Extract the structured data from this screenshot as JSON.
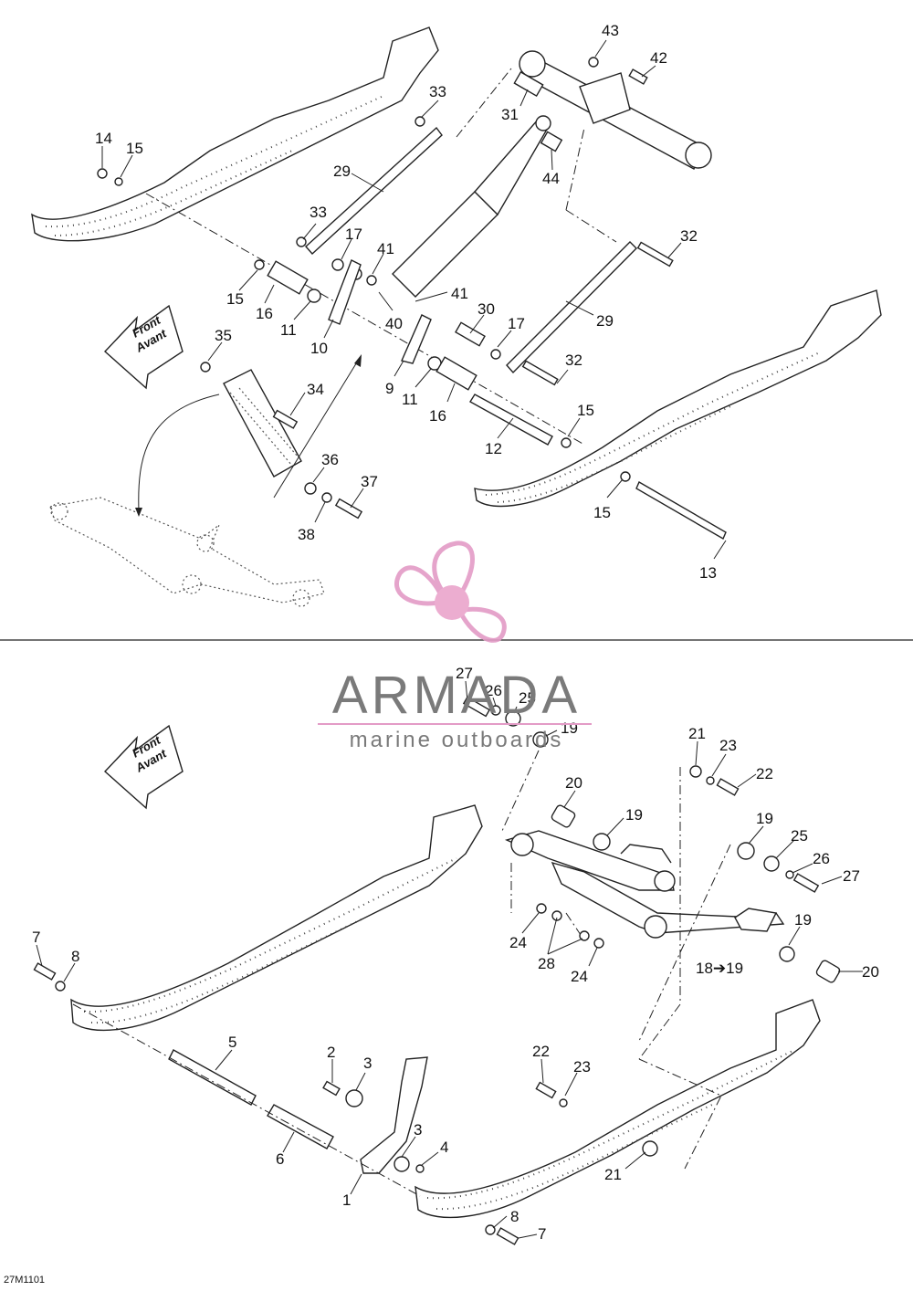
{
  "figure_code": "27M1101",
  "front_label": {
    "line1": "Front",
    "line2": "Avant"
  },
  "watermark": {
    "title": "ARMADA",
    "subtitle": "marine outboards",
    "accent": "#e39bc6"
  },
  "callouts": [
    {
      "id": "c14",
      "text": "14"
    },
    {
      "id": "c15a",
      "text": "15"
    },
    {
      "id": "c29a",
      "text": "29"
    },
    {
      "id": "c33a",
      "text": "33"
    },
    {
      "id": "c33b",
      "text": "33"
    },
    {
      "id": "c31",
      "text": "31"
    },
    {
      "id": "c43",
      "text": "43"
    },
    {
      "id": "c42",
      "text": "42"
    },
    {
      "id": "c44",
      "text": "44"
    },
    {
      "id": "c32a",
      "text": "32"
    },
    {
      "id": "c17a",
      "text": "17"
    },
    {
      "id": "c41a",
      "text": "41"
    },
    {
      "id": "c15b",
      "text": "15"
    },
    {
      "id": "c16a",
      "text": "16"
    },
    {
      "id": "c11a",
      "text": "11"
    },
    {
      "id": "c10",
      "text": "10"
    },
    {
      "id": "c40",
      "text": "40"
    },
    {
      "id": "c41b",
      "text": "41"
    },
    {
      "id": "c30",
      "text": "30"
    },
    {
      "id": "c17b",
      "text": "17"
    },
    {
      "id": "c29b",
      "text": "29"
    },
    {
      "id": "c35",
      "text": "35"
    },
    {
      "id": "c34",
      "text": "34"
    },
    {
      "id": "c9",
      "text": "9"
    },
    {
      "id": "c11b",
      "text": "11"
    },
    {
      "id": "c16b",
      "text": "16"
    },
    {
      "id": "c32b",
      "text": "32"
    },
    {
      "id": "c15c",
      "text": "15"
    },
    {
      "id": "c12",
      "text": "12"
    },
    {
      "id": "c15d",
      "text": "15"
    },
    {
      "id": "c36",
      "text": "36"
    },
    {
      "id": "c37",
      "text": "37"
    },
    {
      "id": "c38",
      "text": "38"
    },
    {
      "id": "c13",
      "text": "13"
    },
    {
      "id": "c27a",
      "text": "27"
    },
    {
      "id": "c26a",
      "text": "26"
    },
    {
      "id": "c25a",
      "text": "25"
    },
    {
      "id": "c19a",
      "text": "19"
    },
    {
      "id": "c21a",
      "text": "21"
    },
    {
      "id": "c23a",
      "text": "23"
    },
    {
      "id": "c22a",
      "text": "22"
    },
    {
      "id": "c20a",
      "text": "20"
    },
    {
      "id": "c19b",
      "text": "19"
    },
    {
      "id": "c19c",
      "text": "19"
    },
    {
      "id": "c25b",
      "text": "25"
    },
    {
      "id": "c26b",
      "text": "26"
    },
    {
      "id": "c27b",
      "text": "27"
    },
    {
      "id": "c24a",
      "text": "24"
    },
    {
      "id": "c28",
      "text": "28"
    },
    {
      "id": "c24b",
      "text": "24"
    },
    {
      "id": "c19d",
      "text": "19"
    },
    {
      "id": "c1819",
      "text": "18➔19"
    },
    {
      "id": "c20b",
      "text": "20"
    },
    {
      "id": "c7a",
      "text": "7"
    },
    {
      "id": "c8a",
      "text": "8"
    },
    {
      "id": "c5",
      "text": "5"
    },
    {
      "id": "c2",
      "text": "2"
    },
    {
      "id": "c3a",
      "text": "3"
    },
    {
      "id": "c22b",
      "text": "22"
    },
    {
      "id": "c23b",
      "text": "23"
    },
    {
      "id": "c3b",
      "text": "3"
    },
    {
      "id": "c4",
      "text": "4"
    },
    {
      "id": "c6",
      "text": "6"
    },
    {
      "id": "c1",
      "text": "1"
    },
    {
      "id": "c21b",
      "text": "21"
    },
    {
      "id": "c8b",
      "text": "8"
    },
    {
      "id": "c7b",
      "text": "7"
    }
  ]
}
